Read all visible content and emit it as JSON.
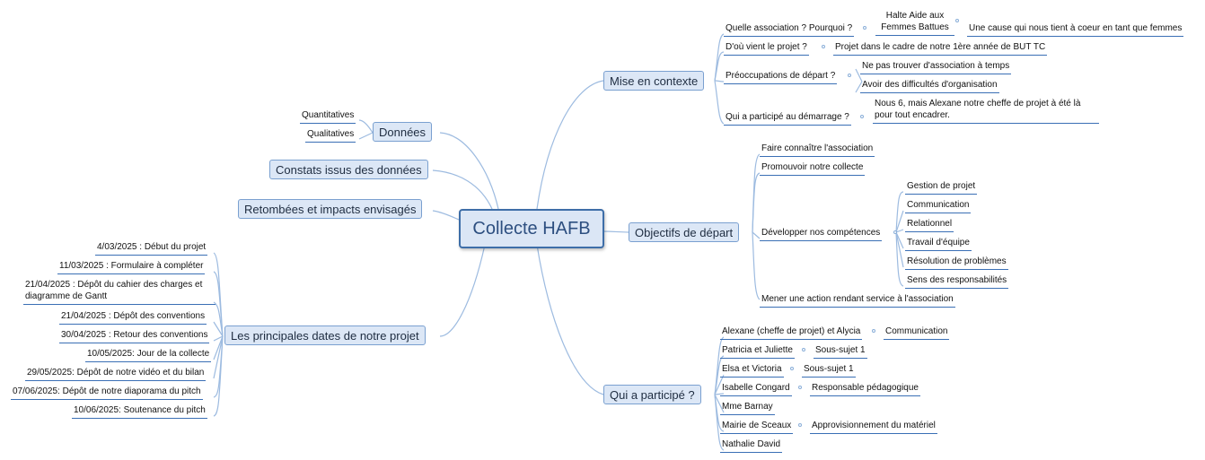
{
  "central": "Collecte HAFB",
  "left": {
    "donnees": "Données",
    "quantitatives": "Quantitatives",
    "qualitatives": "Qualitatives",
    "constats": "Constats issus des données",
    "retombees": "Retombées et impacts envisagés",
    "dates": {
      "title": "Les principales dates de notre projet",
      "items": [
        "4/03/2025 : Début du projet",
        "11/03/2025 : Formulaire à compléter",
        "21/04/2025 : Dépôt du cahier des charges et diagramme de Gantt",
        "21/04/2025 : Dépôt des conventions",
        "30/04/2025 : Retour des conventions",
        "10/05/2025: Jour de la collecte",
        "29/05/2025: Dépôt de notre vidéo et du bilan",
        "07/06/2025: Dépôt de notre diaporama du pitch",
        "10/06/2025: Soutenance du pitch"
      ]
    }
  },
  "contexte": {
    "title": "Mise en contexte",
    "q1": "Quelle association ? Pourquoi ?",
    "q1_a": "Halte Aide aux Femmes Battues",
    "q1_b": "Une cause qui nous tient à coeur en tant que femmes",
    "q2": "D'où vient le projet ?",
    "q2_a": "Projet dans le cadre de notre 1ère année de BUT TC",
    "q3": "Préoccupations de départ ?",
    "q3_a": "Ne pas trouver d'association à temps",
    "q3_b": "Avoir des difficultés d'organisation",
    "q4": "Qui a participé au démarrage ?",
    "q4_a": "Nous 6, mais Alexane notre cheffe de projet à été là pour tout encadrer."
  },
  "objectifs": {
    "title": "Objectifs de départ",
    "o1": "Faire connaître l'association",
    "o2": "Promouvoir notre collecte",
    "o3": "Développer nos compétences",
    "skills": [
      "Gestion de projet",
      "Communication",
      "Relationnel",
      "Travail d'équipe",
      "Résolution de problèmes",
      "Sens des responsabilités"
    ],
    "o4": "Mener une action rendant service à l'association"
  },
  "participants": {
    "title": "Qui a participé ?",
    "p1": "Alexane (cheffe de projet) et Alycia",
    "p1_a": "Communication",
    "p2": "Patricia et Juliette",
    "p2_a": "Sous-sujet 1",
    "p3": "Elsa et Victoria",
    "p3_a": "Sous-sujet 1",
    "p4": "Isabelle Congard",
    "p4_a": "Responsable pédagogique",
    "p5": "Mme Barnay",
    "p6": "Mairie de Sceaux",
    "p6_a": "Approvisionnement du matériel",
    "p7": "Nathalie David"
  },
  "colors": {
    "line": "#9dbbe0",
    "underline": "#3a6fb5",
    "box_fill": "#dce7f6",
    "central_border": "#3e6ea8"
  }
}
